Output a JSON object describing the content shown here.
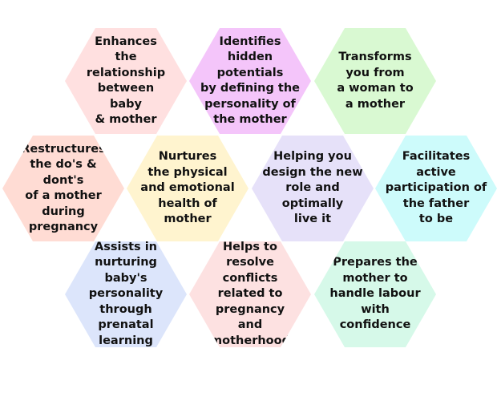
{
  "benefits": [
    {
      "text": "Enhances\nthe\nrelationship\nbetween\nbaby\n& mother",
      "color": "#ffe0e0"
    },
    {
      "text": "Identifies\nhidden\npotentials\nby defining the\npersonality of\nthe mother",
      "color": "#f4c5fa"
    },
    {
      "text": "Transforms\nyou from\na woman to\na mother",
      "color": "#d9f9d2"
    },
    {
      "text": "Restructures\nthe do's & dont's\nof a mother\nduring\npregnancy",
      "color": "#ffdcd4"
    },
    {
      "text": "Nurtures\nthe physical\nand emotional\nhealth of\nmother",
      "color": "#fff4cf"
    },
    {
      "text": "Helping you\ndesign the new\nrole and\noptimally\nlive it",
      "color": "#e6e1f9"
    },
    {
      "text": "Facilitates\nactive\nparticipation of\nthe father\nto be",
      "color": "#cdfbfb"
    },
    {
      "text": "Assists in\nnurturing\nbaby's personality\nthrough\nprenatal\nlearning",
      "color": "#dce5fb"
    },
    {
      "text": "Helps to\nresolve conflicts\nrelated to\npregnancy\nand\nmotherhood",
      "color": "#fde1e1"
    },
    {
      "text": "Prepares the\nmother to\nhandle labour\nwith\nconfidence",
      "color": "#d6f9e9"
    }
  ]
}
